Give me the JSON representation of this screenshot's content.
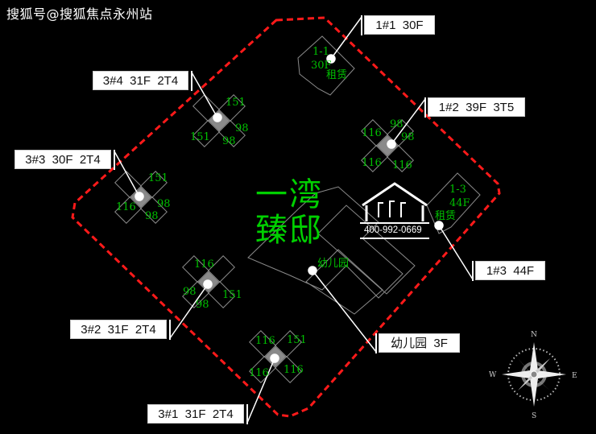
{
  "watermark": "搜狐号@搜狐焦点永州站",
  "project_name": [
    "一湾",
    "臻邸"
  ],
  "phone": "400-992-0669",
  "colors": {
    "boundary": "#ff1a1a",
    "label_green": "#00c000",
    "outline": "#888888"
  },
  "callouts": [
    {
      "id": "b11",
      "text": "1#1  30F"
    },
    {
      "id": "b12",
      "text": "1#2  39F  3T5"
    },
    {
      "id": "b34",
      "text": "3#4  31F  2T4"
    },
    {
      "id": "b33",
      "text": "3#3  30F  2T4"
    },
    {
      "id": "b32",
      "text": "3#2  31F  2T4"
    },
    {
      "id": "b31",
      "text": "3#1  31F  2T4"
    },
    {
      "id": "b13",
      "text": "1#3  44F"
    },
    {
      "id": "kg",
      "text": "幼儿园  3F"
    }
  ],
  "unit_labels": {
    "b34": [
      "151",
      "151",
      "98",
      "98"
    ],
    "b33": [
      "151",
      "116",
      "98",
      "98"
    ],
    "b12": [
      "98",
      "116",
      "98",
      "116",
      "116"
    ],
    "b32": [
      "116",
      "98",
      "98",
      "151"
    ],
    "b31": [
      "116",
      "151",
      "116",
      "116"
    ]
  },
  "building_labels": {
    "b11": [
      "1-1",
      "30F",
      "租赁"
    ],
    "b13": [
      "1-3",
      "44F",
      "租赁"
    ],
    "kindergarten": "幼儿园"
  },
  "compass": {
    "n": "N",
    "s": "S",
    "w": "W",
    "e": "E"
  }
}
